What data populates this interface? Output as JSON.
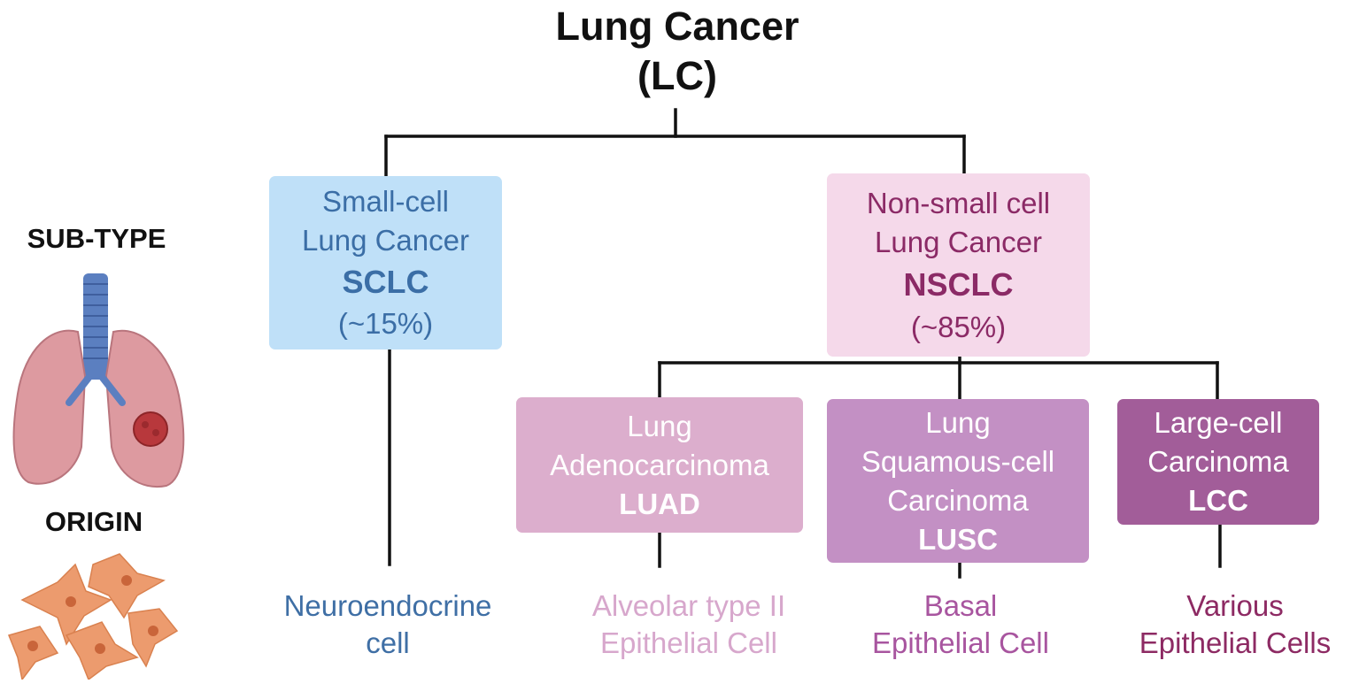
{
  "title": {
    "line1": "Lung Cancer",
    "line2": "(LC)"
  },
  "side_labels": {
    "subtype": "SUB-TYPE",
    "origin": "ORIGIN"
  },
  "icons": {
    "lungs": "lungs-with-tumor-icon",
    "cells": "epithelial-cells-icon"
  },
  "subtypes": {
    "sclc": {
      "line1": "Small-cell",
      "line2": "Lung Cancer",
      "abbr": "SCLC",
      "pct": "(~15%)"
    },
    "nsclc": {
      "line1": "Non-small cell",
      "line2": "Lung Cancer",
      "abbr": "NSCLC",
      "pct": "(~85%)"
    }
  },
  "nsclc_types": {
    "luad": {
      "line1": "Lung",
      "line2": "Adenocarcinoma",
      "abbr": "LUAD"
    },
    "lusc": {
      "line1": "Lung",
      "line2": "Squamous-cell",
      "line3": "Carcinoma",
      "abbr": "LUSC"
    },
    "lcc": {
      "line1": "Large-cell",
      "line2": "Carcinoma",
      "abbr": "LCC"
    }
  },
  "origins": {
    "sclc": {
      "line1": "Neuroendocrine",
      "line2": "cell"
    },
    "luad": {
      "line1": "Alveolar type II",
      "line2": "Epithelial Cell"
    },
    "lusc": {
      "line1": "Basal",
      "line2": "Epithelial Cell"
    },
    "lcc": {
      "line1": "Various",
      "line2": "Epithelial Cells"
    }
  },
  "colors": {
    "sclc_box": "#bfe0f8",
    "sclc_text": "#3b6ea6",
    "nsclc_box": "#f5d9ea",
    "nsclc_text": "#8b2a66",
    "luad_box": "#dcaecd",
    "lusc_box": "#c390c4",
    "lcc_box": "#a25d99",
    "connector": "#111111"
  }
}
